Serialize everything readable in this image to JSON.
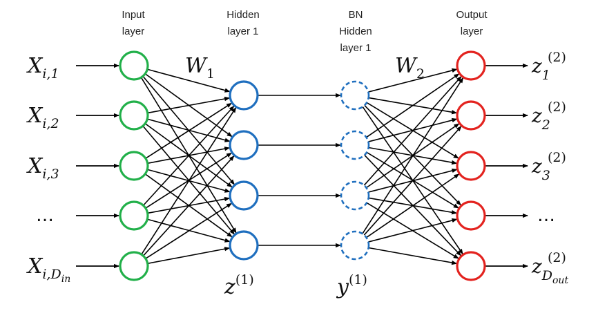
{
  "headers": {
    "input": [
      "Input",
      "layer"
    ],
    "hidden": [
      "Hidden",
      "layer 1"
    ],
    "bn": [
      "BN",
      "Hidden",
      "layer 1"
    ],
    "output": [
      "Output",
      "layer"
    ]
  },
  "weights": {
    "w1": {
      "base": "W",
      "sub": "1"
    },
    "w2": {
      "base": "W",
      "sub": "2"
    }
  },
  "inputs": [
    {
      "base": "X",
      "sub": "i,1"
    },
    {
      "base": "X",
      "sub": "i,2"
    },
    {
      "base": "X",
      "sub": "i,3"
    },
    {
      "base": "…",
      "sub": ""
    },
    {
      "base": "X",
      "sub": "i,D",
      "subsub": "in"
    }
  ],
  "outputs": [
    {
      "base": "z",
      "sub": "1",
      "sup": "(2)"
    },
    {
      "base": "z",
      "sub": "2",
      "sup": "(2)"
    },
    {
      "base": "z",
      "sub": "3",
      "sup": "(2)"
    },
    {
      "base": "…",
      "sub": "",
      "sup": ""
    },
    {
      "base": "z",
      "sub": "D",
      "subsub": "out",
      "sup": "(2)"
    }
  ],
  "layer_labels": {
    "hidden": {
      "base": "z",
      "sup": "(1)"
    },
    "bn": {
      "base": "y",
      "sup": "(1)"
    }
  },
  "colors": {
    "input": "#22b04a",
    "hidden": "#1f6fbf",
    "bn": "#1f6fbf",
    "output": "#e3231f",
    "edge": "#000000"
  }
}
